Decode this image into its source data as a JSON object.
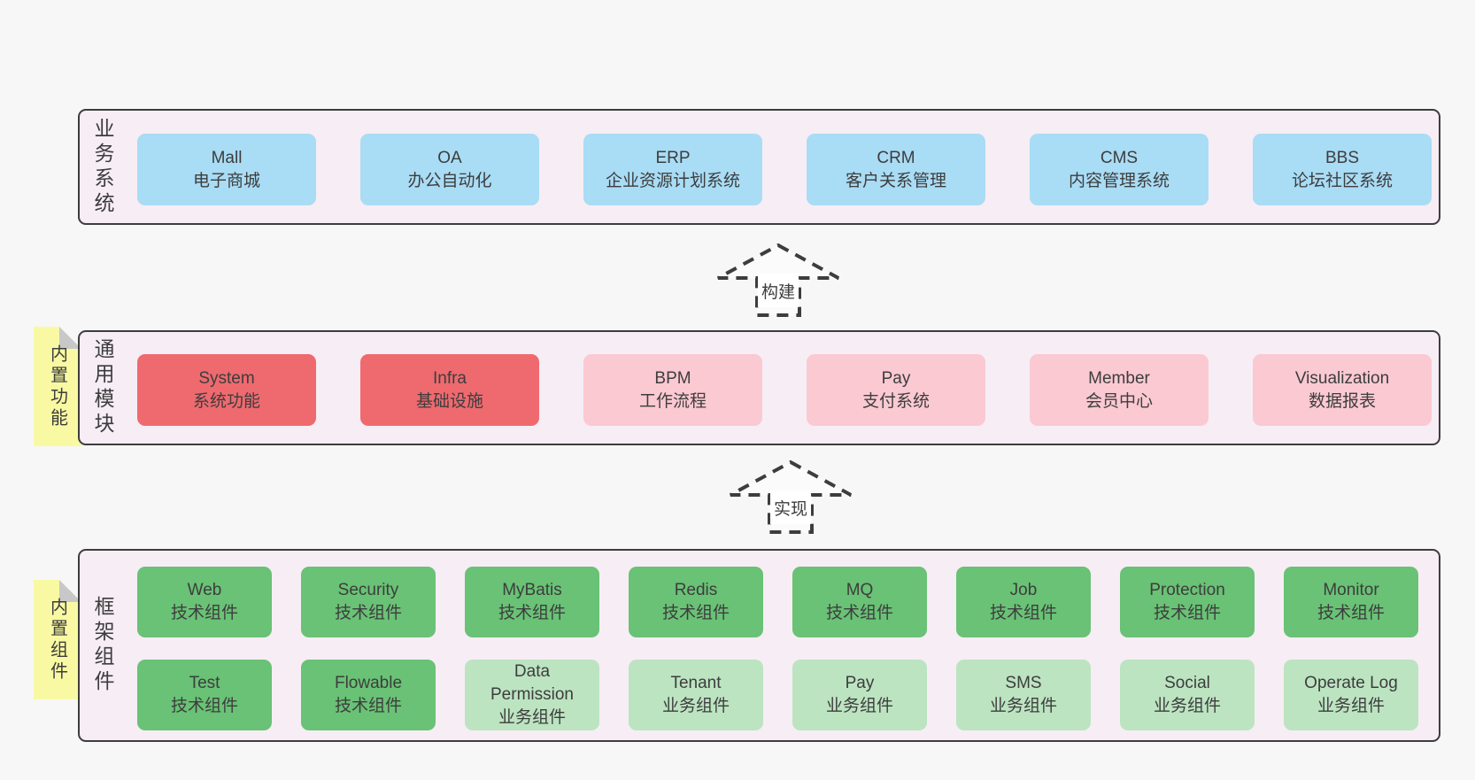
{
  "palette": {
    "page_bg": "#f7f7f7",
    "section_bg": "#f7edf5",
    "section_border": "#3d3d3d",
    "system_blue": "#a9dcf5",
    "core_red": "#ee6a6f",
    "module_pink": "#fbc9d2",
    "tech_green": "#69c275",
    "biz_light_green": "#bce4c1",
    "note_yellow": "#f9f9a3",
    "note_fold_gray": "#c8c8c8",
    "text": "#3d3d3d"
  },
  "sections": [
    {
      "id": "business-systems",
      "label": "业务系统",
      "items": [
        {
          "name": "Mall",
          "desc": "电子商城",
          "variant": "blue"
        },
        {
          "name": "OA",
          "desc": "办公自动化",
          "variant": "blue"
        },
        {
          "name": "ERP",
          "desc": "企业资源计划系统",
          "variant": "blue"
        },
        {
          "name": "CRM",
          "desc": "客户关系管理",
          "variant": "blue"
        },
        {
          "name": "CMS",
          "desc": "内容管理系统",
          "variant": "blue"
        },
        {
          "name": "BBS",
          "desc": "论坛社区系统",
          "variant": "blue"
        }
      ]
    },
    {
      "id": "common-modules",
      "label": "通用模块",
      "note": "内置功能",
      "items": [
        {
          "name": "System",
          "desc": "系统功能",
          "variant": "red"
        },
        {
          "name": "Infra",
          "desc": "基础设施",
          "variant": "red"
        },
        {
          "name": "BPM",
          "desc": "工作流程",
          "variant": "pink"
        },
        {
          "name": "Pay",
          "desc": "支付系统",
          "variant": "pink"
        },
        {
          "name": "Member",
          "desc": "会员中心",
          "variant": "pink"
        },
        {
          "name": "Visualization",
          "desc": "数据报表",
          "variant": "pink"
        }
      ]
    },
    {
      "id": "framework-components",
      "label": "框架组件",
      "note": "内置组件",
      "rows": [
        [
          {
            "name": "Web",
            "desc": "技术组件",
            "variant": "green"
          },
          {
            "name": "Security",
            "desc": "技术组件",
            "variant": "green"
          },
          {
            "name": "MyBatis",
            "desc": "技术组件",
            "variant": "green"
          },
          {
            "name": "Redis",
            "desc": "技术组件",
            "variant": "green"
          },
          {
            "name": "MQ",
            "desc": "技术组件",
            "variant": "green"
          },
          {
            "name": "Job",
            "desc": "技术组件",
            "variant": "green"
          },
          {
            "name": "Protection",
            "desc": "技术组件",
            "variant": "green"
          },
          {
            "name": "Monitor",
            "desc": "技术组件",
            "variant": "green"
          }
        ],
        [
          {
            "name": "Test",
            "desc": "技术组件",
            "variant": "green"
          },
          {
            "name": "Flowable",
            "desc": "技术组件",
            "variant": "green"
          },
          {
            "name": "Data Permission",
            "desc": "业务组件",
            "variant": "light-green"
          },
          {
            "name": "Tenant",
            "desc": "业务组件",
            "variant": "light-green"
          },
          {
            "name": "Pay",
            "desc": "业务组件",
            "variant": "light-green"
          },
          {
            "name": "SMS",
            "desc": "业务组件",
            "variant": "light-green"
          },
          {
            "name": "Social",
            "desc": "业务组件",
            "variant": "light-green"
          },
          {
            "name": "Operate Log",
            "desc": "业务组件",
            "variant": "light-green"
          }
        ]
      ]
    }
  ],
  "arrows": [
    {
      "label": "构建"
    },
    {
      "label": "实现"
    }
  ]
}
